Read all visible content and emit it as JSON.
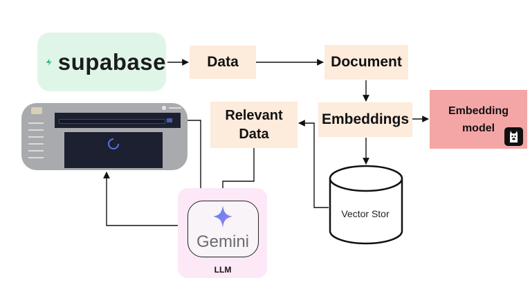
{
  "nodes": {
    "supabase": "supabase",
    "data": "Data",
    "document": "Document",
    "embeddings": "Embeddings",
    "embedding_model_line1": "Embedding",
    "embedding_model_line2": "model",
    "relevant_data_line1": "Relevant",
    "relevant_data_line2": "Data",
    "vector_store": "Vector Stor",
    "gemini": "Gemini",
    "llm": "LLM"
  },
  "colors": {
    "supabase_bg": "#dff5e8",
    "supabase_bolt": "#3ecf8e",
    "peach": "#fdebdc",
    "embedding_model_bg": "#f4a6a6",
    "llm_bg": "#fce8f6",
    "app_frame": "#a9aaad",
    "app_panel": "#1c2030"
  },
  "icons": [
    "lightning-bolt-icon",
    "llama-icon",
    "gemini-sparkle-icon",
    "spinner-icon",
    "search-icon"
  ]
}
